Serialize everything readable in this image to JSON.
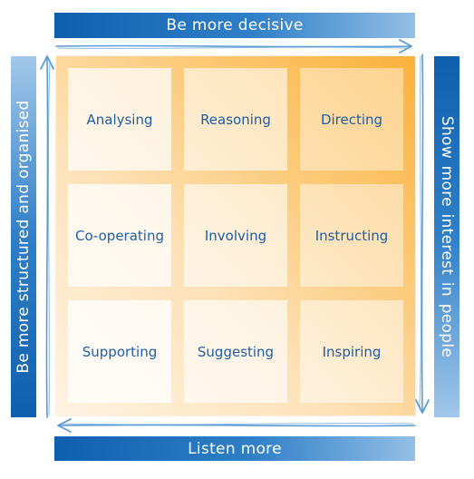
{
  "labels": {
    "top": "Be more decisive",
    "bottom": "Listen more",
    "left": "Be more structured and organised",
    "right": "Show  more interest in people"
  },
  "grid": {
    "rows": [
      [
        "Analysing",
        "Reasoning",
        "Directing"
      ],
      [
        "Co-operating",
        "Involving",
        "Instructing"
      ],
      [
        "Supporting",
        "Suggesting",
        "Inspiring"
      ]
    ]
  },
  "colors": {
    "banner_blue": "#0f5fae",
    "arrow_blue": "#5b9bd5",
    "text_blue": "#1d5fa8",
    "orange": "#fbb13a"
  },
  "icons": {
    "top_arrow": "arrow-right-icon",
    "right_arrow": "arrow-down-icon",
    "bottom_arrow": "arrow-left-icon",
    "left_arrow": "arrow-up-icon"
  }
}
